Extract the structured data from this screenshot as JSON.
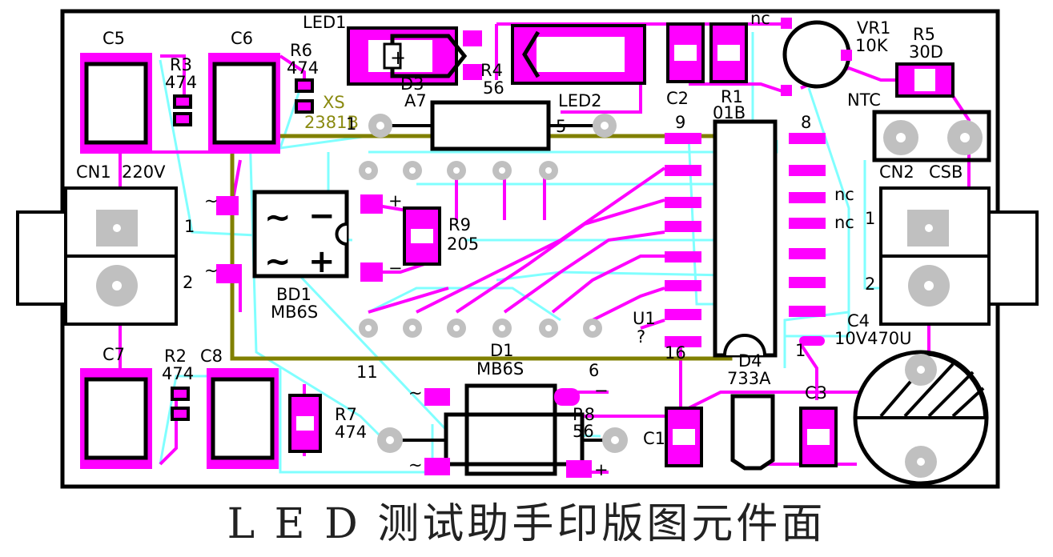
{
  "caption": "L E D 测试助手印版图元件面",
  "colors": {
    "pad": "#ff00ff",
    "trace_magenta": "#ff00ff",
    "trace_cyan": "#80ffff",
    "silk": "#000000",
    "xs_outline": "#808000",
    "hole": "#c0c0c0"
  },
  "labels": {
    "c5": "C5",
    "c6": "C6",
    "r3": "R3",
    "r3v": "474",
    "r6": "R6",
    "r6v": "474",
    "led1": "LED1",
    "d3": "D3",
    "a7": "A7",
    "r4": "R4",
    "r4v": "56",
    "led2": "LED2",
    "xs": "XS",
    "xsv": "2381B",
    "one": "1",
    "five": "5",
    "nine": "9",
    "c2": "C2",
    "r1": "R1",
    "o1b": "01B",
    "nc_top": "nc",
    "vr1": "VR1",
    "vr1v": "10K",
    "r5": "R5",
    "r5v": "30D",
    "ntc": "NTC",
    "eight": "8",
    "cn1": "CN1",
    "v220": "220V",
    "cn2": "CN2",
    "csb": "CSB",
    "pin1_l": "1",
    "pin2_l": "2",
    "pin1_r": "1",
    "pin2_r": "2",
    "nc1": "nc",
    "nc2": "nc",
    "r9": "R9",
    "r9v": "205",
    "bd1": "BD1",
    "bd1v": "MB6S",
    "tilde_top": "~",
    "tilde_bot": "~",
    "plus": "+",
    "minus": "−",
    "u1": "U1",
    "u1v": "?",
    "c4": "C4",
    "c4v": "10V470U",
    "c7": "C7",
    "r2": "R2",
    "r2v": "474",
    "c8": "C8",
    "eleven": "11",
    "d1": "D1",
    "d1v": "MB6S",
    "six": "6",
    "sixteen": "16",
    "d4": "D4",
    "d4v": "733A",
    "c3": "C3",
    "pin1_c4": "1",
    "r7": "R7",
    "r7v": "474",
    "r8": "R8",
    "r8v": "56",
    "c1": "C1",
    "d1_tilde_t": "~",
    "d1_tilde_b": "~",
    "d1_minus": "−",
    "d1_plus": "+"
  }
}
